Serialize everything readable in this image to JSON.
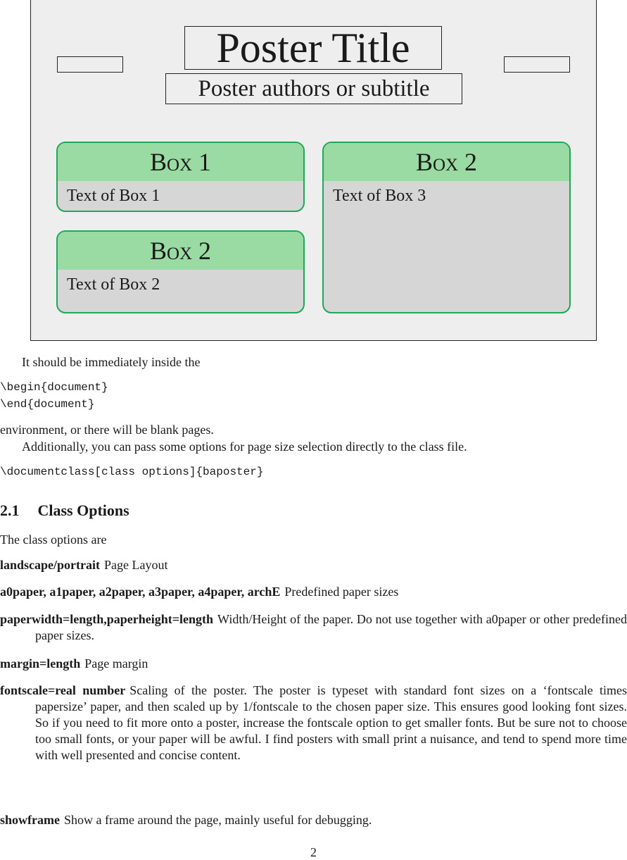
{
  "poster": {
    "title": "Poster Title",
    "subtitle": "Poster authors or subtitle",
    "boxes": [
      {
        "heading": "Box 1",
        "text": "Text of Box 1"
      },
      {
        "heading": "Box 2",
        "text": "Text of Box 2"
      },
      {
        "heading": "Box 2",
        "text": "Text of Box 3"
      }
    ],
    "colors": {
      "background": "#eeeeee",
      "box_header": "#99dba2",
      "box_body": "#d6d6d6",
      "box_border": "#1fa85a"
    }
  },
  "body": {
    "para1": "It should be immediately inside the",
    "code1_line1": "\\begin{document}",
    "code1_line2": "\\end{document}",
    "para2": "environment, or there will be blank pages.",
    "para3": "Additionally, you can pass some options for page size selection directly to the class file.",
    "code2": "\\documentclass[class options]{baposter}"
  },
  "section": {
    "number": "2.1",
    "title": "Class Options",
    "intro": "The class options are",
    "options": [
      {
        "term": "landscape/portrait",
        "desc": "Page Layout"
      },
      {
        "term": "a0paper, a1paper, a2paper, a3paper, a4paper, archE",
        "desc": "Predefined paper sizes"
      },
      {
        "term": "paperwidth=length,paperheight=length",
        "desc": "Width/Height of the paper.  Do not use together with a0paper or other predefined paper sizes."
      },
      {
        "term": "margin=length",
        "desc": "Page margin"
      },
      {
        "term": "fontscale=real number",
        "desc": "Scaling of the poster. The poster is typeset with standard font sizes on a ‘fontscale times papersize’ paper, and then scaled up by 1/fontscale to the chosen paper size. This ensures good looking font sizes. So if you need to fit more onto a poster, increase the fontscale option to get smaller fonts. But be sure not to choose too small fonts, or your paper will be awful. I find posters with small print a nuisance, and tend to spend more time with well presented and concise content."
      },
      {
        "term": "showframe",
        "desc": "Show a frame around the page, mainly useful for debugging."
      }
    ]
  },
  "page_number": "2"
}
